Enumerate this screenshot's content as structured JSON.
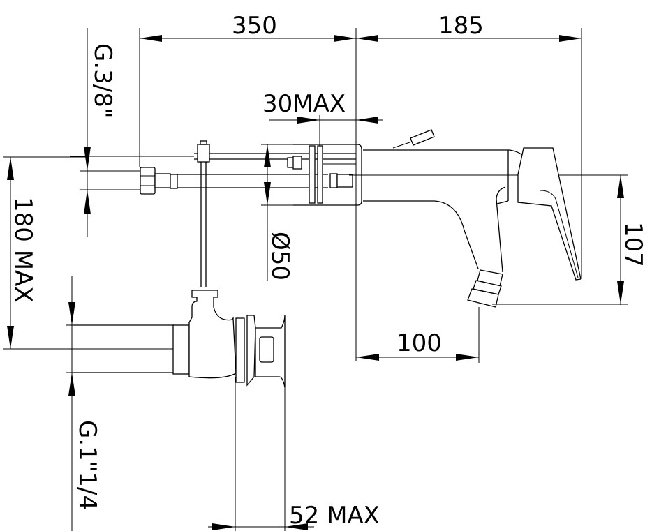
{
  "drawing": {
    "dimensions": {
      "width_left": "350",
      "width_right": "185",
      "clamp_max": "30MAX",
      "inlet_thread": "G.3/8\"",
      "height_max": "180 MAX",
      "diameter": "Ø50",
      "spout_height": "107",
      "spout_reach": "100",
      "outlet_thread": "G.1\"1/4",
      "depth_max": "52 MAX"
    }
  }
}
